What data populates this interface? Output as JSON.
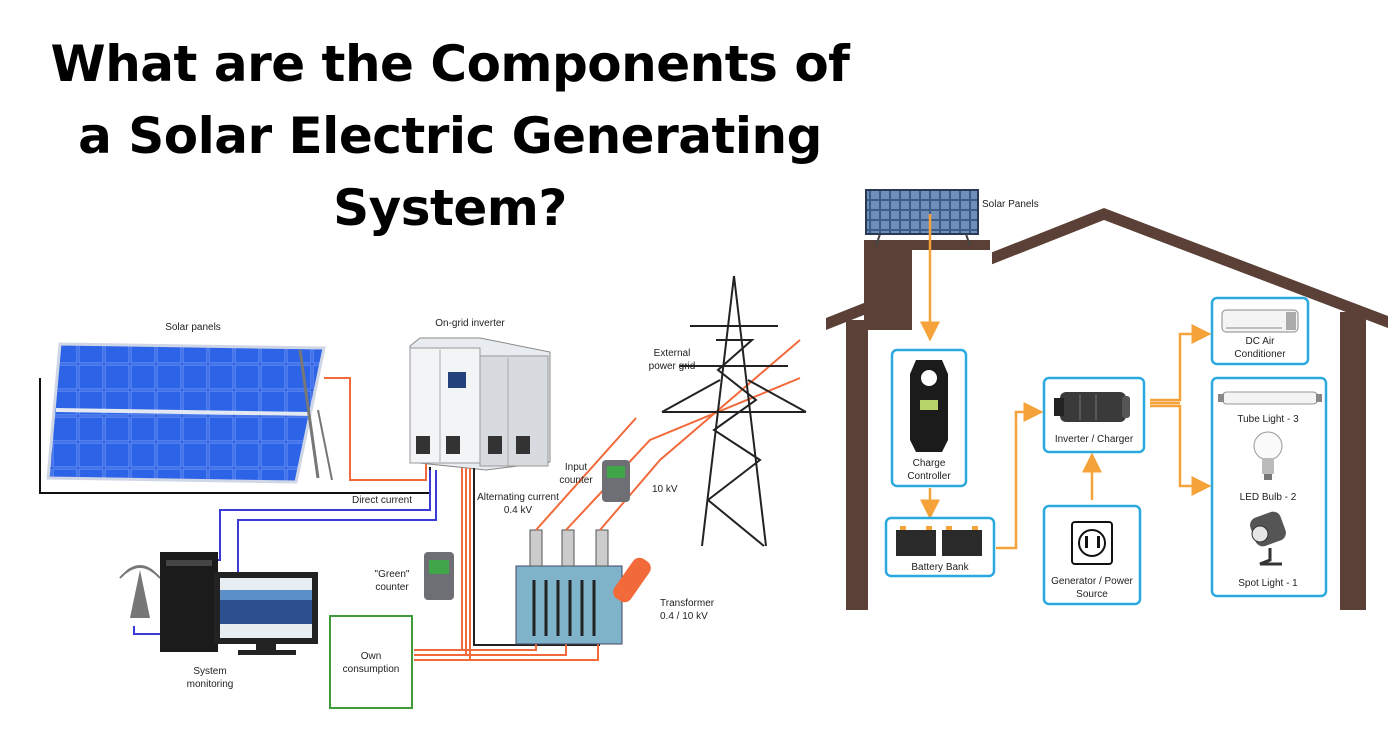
{
  "title": {
    "line1": "What are the Components of",
    "line2": "a Solar Electric Generating",
    "line3": "System?"
  },
  "left_diagram": {
    "solar_panels": "Solar panels",
    "inverter": "On-grid inverter",
    "external_grid_line1": "External",
    "external_grid_line2": "power grid",
    "input_counter_line1": "Input",
    "input_counter_line2": "counter",
    "voltage_10kv": "10 kV",
    "direct_current": "Direct current",
    "alternating_current_line1": "Alternating current",
    "alternating_current_line2": "0.4 kV",
    "green_counter_line1": "\"Green\"",
    "green_counter_line2": "counter",
    "transformer_line1": "Transformer",
    "transformer_line2": "0.4 / 10 kV",
    "own_consumption_line1": "Own",
    "own_consumption_line2": "consumption",
    "system_monitoring_line1": "System",
    "system_monitoring_line2": "monitoring"
  },
  "right_diagram": {
    "solar_panels": "Solar Panels",
    "charge_controller_line1": "Charge",
    "charge_controller_line2": "Controller",
    "battery_bank": "Battery Bank",
    "inverter_charger": "Inverter / Charger",
    "generator_line1": "Generator / Power",
    "generator_line2": "Source",
    "dc_air_line1": "DC Air",
    "dc_air_line2": "Conditioner",
    "tube_light": "Tube Light - 3",
    "led_bulb": "LED Bulb - 2",
    "spot_light": "Spot Light - 1"
  },
  "colors": {
    "panel_blue": "#1f4fd1",
    "wire_orange": "#f26a3a",
    "wire_blue": "#3a3ad9",
    "box_border": "#29a9df",
    "arrow_orange": "#f5a23a",
    "house_brown": "#5a4036",
    "green_box": "#3f9b3a"
  }
}
